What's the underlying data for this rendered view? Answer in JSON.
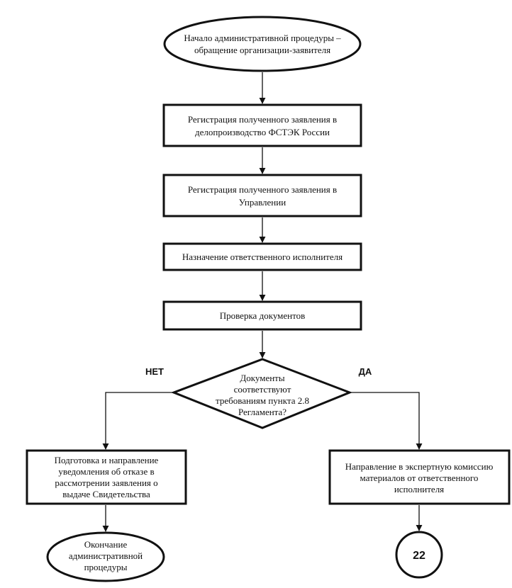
{
  "nodes": {
    "start": [
      "Начало административной процедуры –",
      "обращение организации-заявителя"
    ],
    "reg_fstek": [
      "Регистрация полученного заявления в",
      "делопроизводство ФСТЭК России"
    ],
    "reg_upr": [
      "Регистрация полученного заявления в",
      "Управлении"
    ],
    "assign": [
      "Назначение ответственного исполнителя"
    ],
    "check": [
      "Проверка документов"
    ],
    "decision": [
      "Документы",
      "соответствуют",
      "требованиям пункта 2.8",
      "Регламента?"
    ],
    "refuse": [
      "Подготовка и направление",
      "уведомления об отказе в",
      "рассмотрении заявления о",
      "выдаче Свидетельства"
    ],
    "expert": [
      "Направление в экспертную комиссию",
      "материалов от ответственного",
      "исполнителя"
    ],
    "end": [
      "Окончание",
      "административной",
      "процедуры"
    ],
    "connector": "22"
  },
  "branches": {
    "no": "НЕТ",
    "yes": "ДА"
  }
}
